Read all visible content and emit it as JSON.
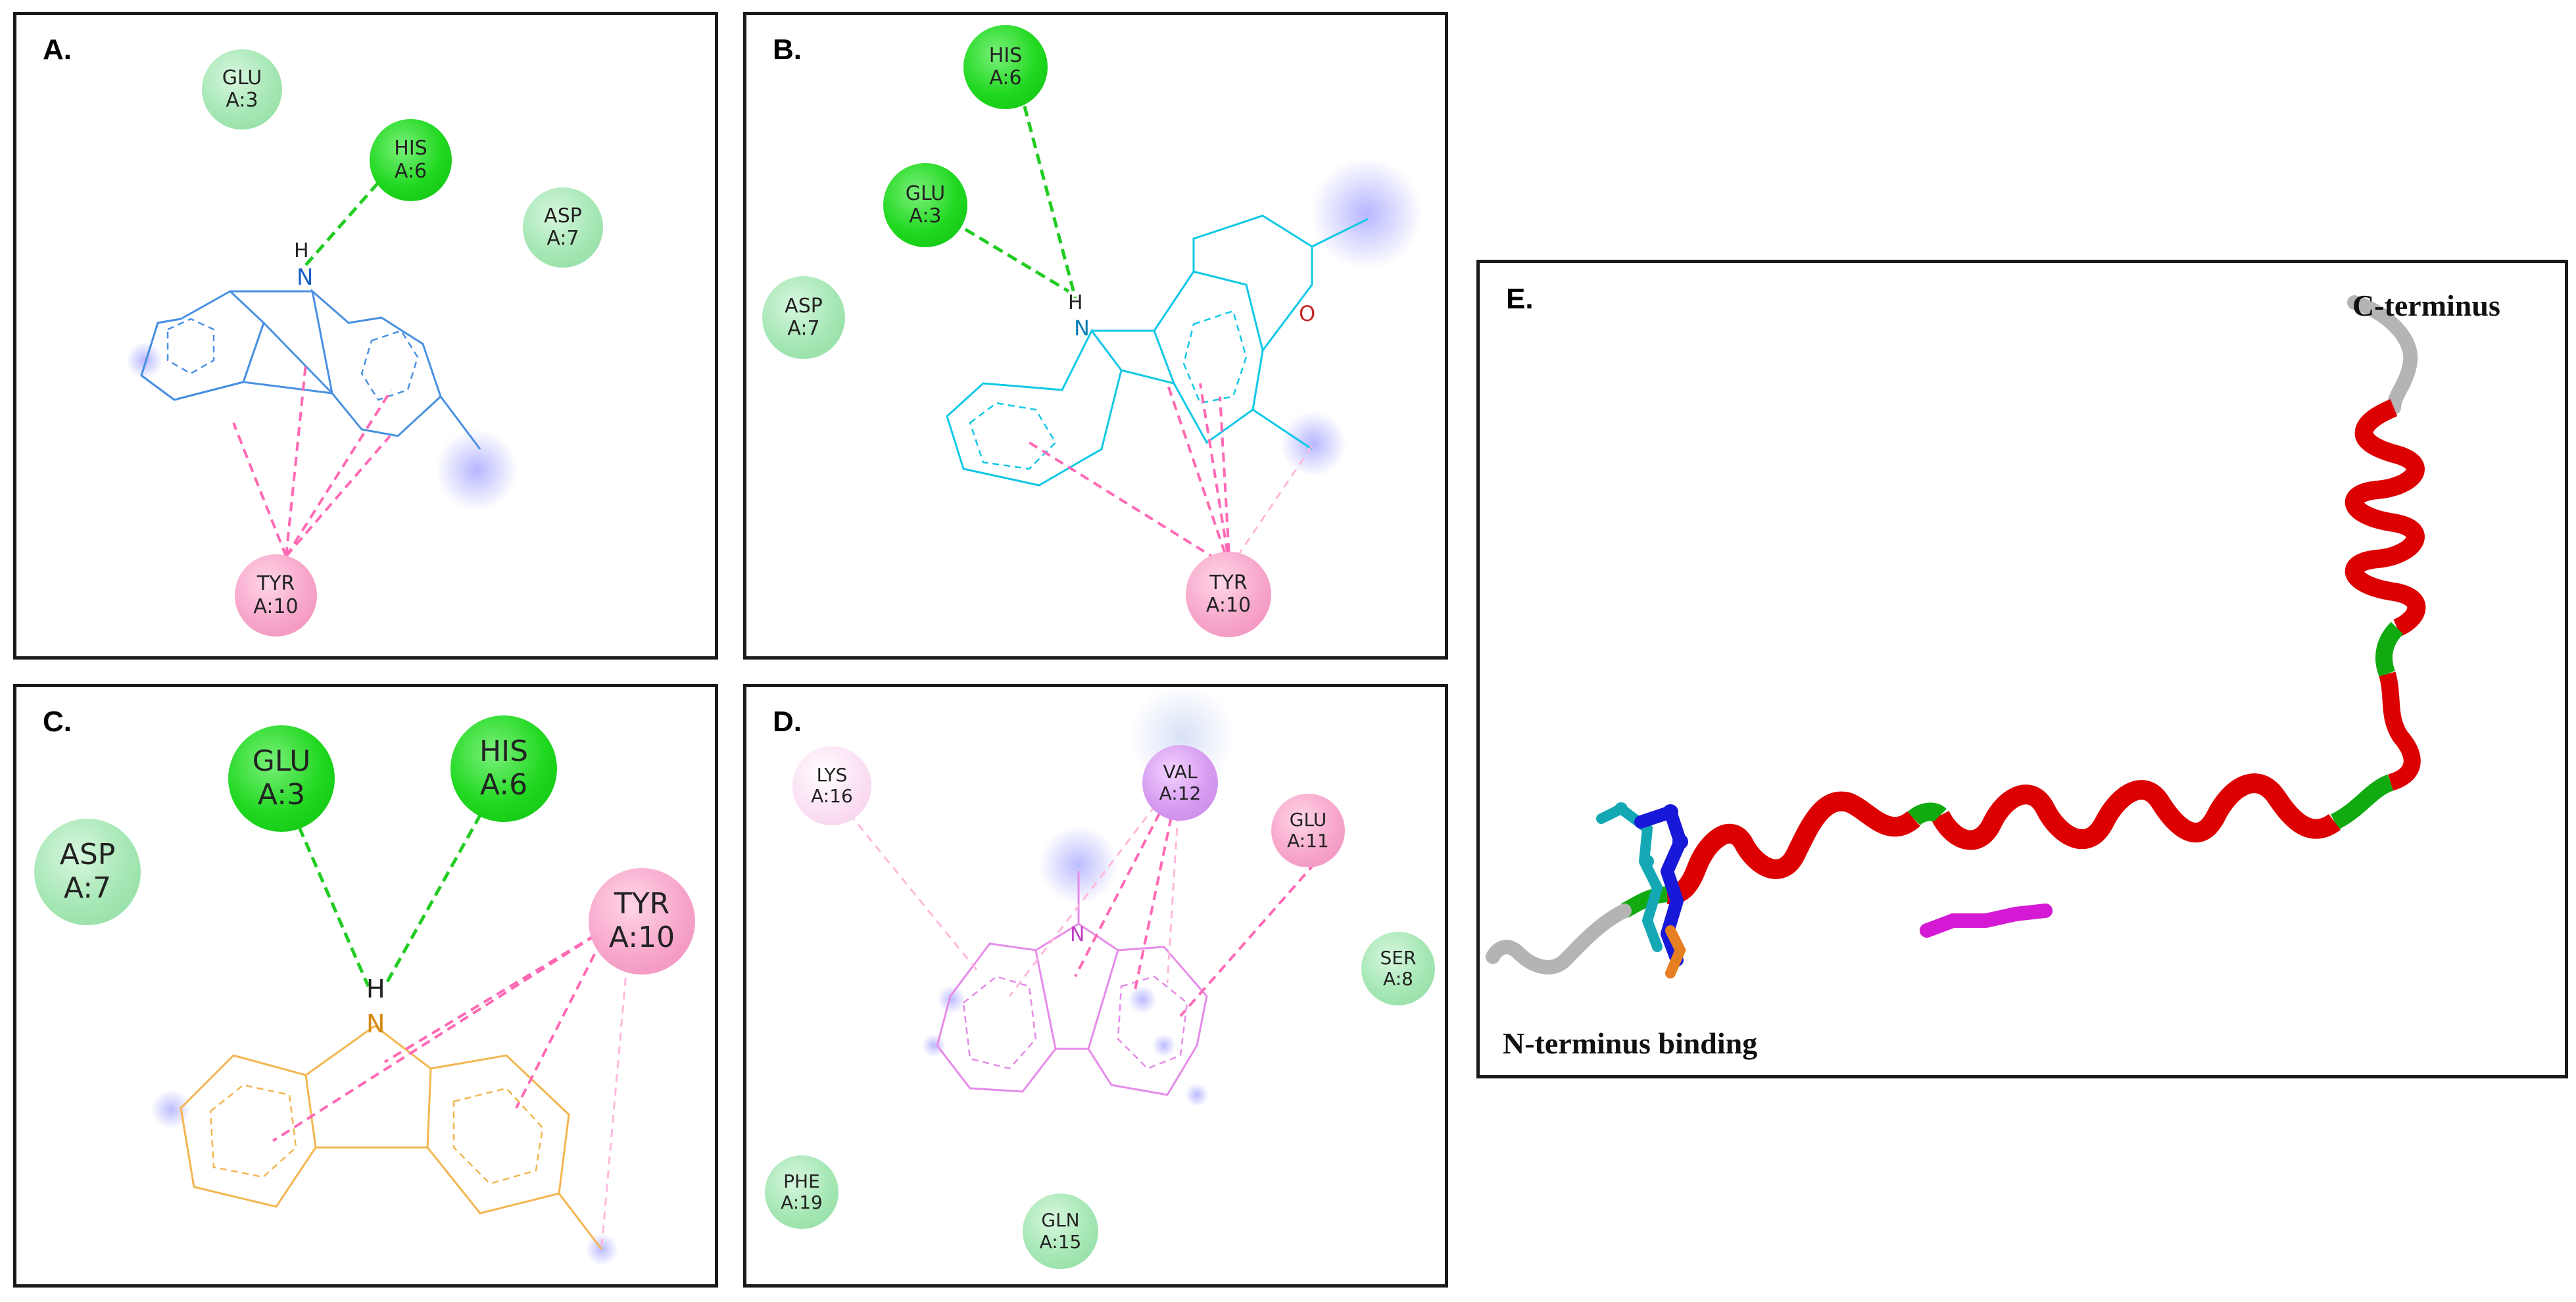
{
  "panels": {
    "a": {
      "label": "A.",
      "residues": {
        "glu3": {
          "name": "GLU",
          "id": "A:3"
        },
        "his6": {
          "name": "HIS",
          "id": "A:6"
        },
        "asp7": {
          "name": "ASP",
          "id": "A:7"
        },
        "tyr10": {
          "name": "TYR",
          "id": "A:10"
        }
      },
      "atoms": {
        "n": "N",
        "h": "H"
      }
    },
    "b": {
      "label": "B.",
      "residues": {
        "his6": {
          "name": "HIS",
          "id": "A:6"
        },
        "glu3": {
          "name": "GLU",
          "id": "A:3"
        },
        "asp7": {
          "name": "ASP",
          "id": "A:7"
        },
        "tyr10": {
          "name": "TYR",
          "id": "A:10"
        }
      },
      "atoms": {
        "n": "N",
        "h": "H",
        "o": "O"
      }
    },
    "c": {
      "label": "C.",
      "residues": {
        "glu3": {
          "name": "GLU",
          "id": "A:3"
        },
        "his6": {
          "name": "HIS",
          "id": "A:6"
        },
        "asp7": {
          "name": "ASP",
          "id": "A:7"
        },
        "tyr10": {
          "name": "TYR",
          "id": "A:10"
        }
      },
      "atoms": {
        "n": "N",
        "h": "H"
      }
    },
    "d": {
      "label": "D.",
      "residues": {
        "lys16": {
          "name": "LYS",
          "id": "A:16"
        },
        "val12": {
          "name": "VAL",
          "id": "A:12"
        },
        "glu11": {
          "name": "GLU",
          "id": "A:11"
        },
        "ser8": {
          "name": "SER",
          "id": "A:8"
        },
        "phe19": {
          "name": "PHE",
          "id": "A:19"
        },
        "gln15": {
          "name": "GLN",
          "id": "A:15"
        }
      },
      "atoms": {
        "n": "N"
      }
    },
    "e": {
      "label": "E.",
      "c_terminus": "C-terminus",
      "n_terminus": "N-terminus binding"
    }
  },
  "colors": {
    "conventional_hbond": "#22cc22",
    "pi_alkyl": "#ff69b4",
    "van_der_waals": "#9fe2b0",
    "helix": "#ee0000",
    "turn": "#11aa11",
    "coil": "#b4b4b4"
  }
}
